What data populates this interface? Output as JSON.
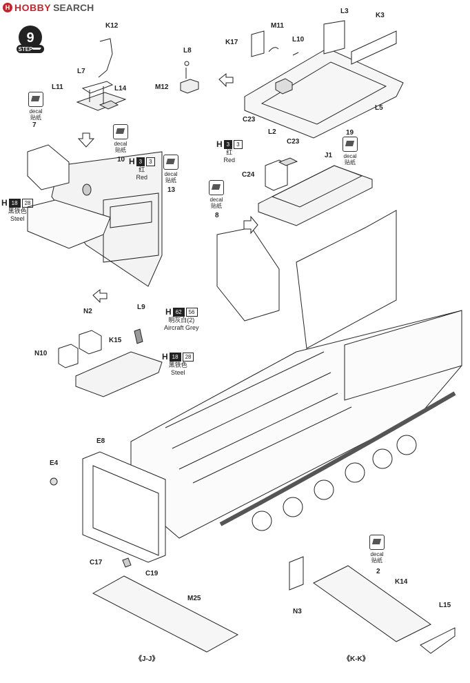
{
  "watermark": {
    "brand": "HOBBY",
    "brand_rest": "SEARCH",
    "logo_letter": "H"
  },
  "step": {
    "number": "9",
    "label": "STEP"
  },
  "parts": {
    "K12": "K12",
    "L7": "L7",
    "L11": "L11",
    "L14": "L14",
    "L8": "L8",
    "M12": "M12",
    "K17": "K17",
    "M11": "M11",
    "L10": "L10",
    "L3": "L3",
    "K3": "K3",
    "L5": "L5",
    "C23a": "C23",
    "n19": "19",
    "L2": "L2",
    "C23b": "C23",
    "C24": "C24",
    "J1": "J1",
    "n7": "7",
    "n10": "10",
    "n13": "13",
    "n8": "8",
    "N2": "N2",
    "L9": "L9",
    "N10": "N10",
    "K15": "K15",
    "E8": "E8",
    "E4": "E4",
    "C17": "C17",
    "C19": "C19",
    "M25": "M25",
    "n2": "2",
    "K14": "K14",
    "N3": "N3",
    "L15": "L15"
  },
  "decals": [
    {
      "line1": "decal",
      "line2": "贴纸"
    },
    {
      "line1": "decal",
      "line2": "贴纸"
    },
    {
      "line1": "decal",
      "line2": "贴纸"
    },
    {
      "line1": "decal",
      "line2": "贴纸"
    },
    {
      "line1": "decal",
      "line2": "贴纸"
    },
    {
      "line1": "decal",
      "line2": "贴纸"
    }
  ],
  "paints": {
    "red_top": {
      "H": "H",
      "code1": "3",
      "code2": "3",
      "cn": "红",
      "en": "Red"
    },
    "red_left": {
      "H": "H",
      "code1": "3",
      "code2": "3",
      "cn": "红",
      "en": "Red"
    },
    "steel_left": {
      "H": "H",
      "code1": "18",
      "code2": "28",
      "cn": "黑铁色",
      "en": "Steel"
    },
    "steel_mid": {
      "H": "H",
      "code1": "18",
      "code2": "28",
      "cn": "黑铁色",
      "en": "Steel"
    },
    "grey": {
      "H": "H",
      "code1": "62",
      "code2": "56",
      "cn": "明灰白(2)",
      "en": "Aircraft Grey"
    }
  },
  "views": {
    "jj": "《J-J》",
    "kk": "《K-K》"
  }
}
